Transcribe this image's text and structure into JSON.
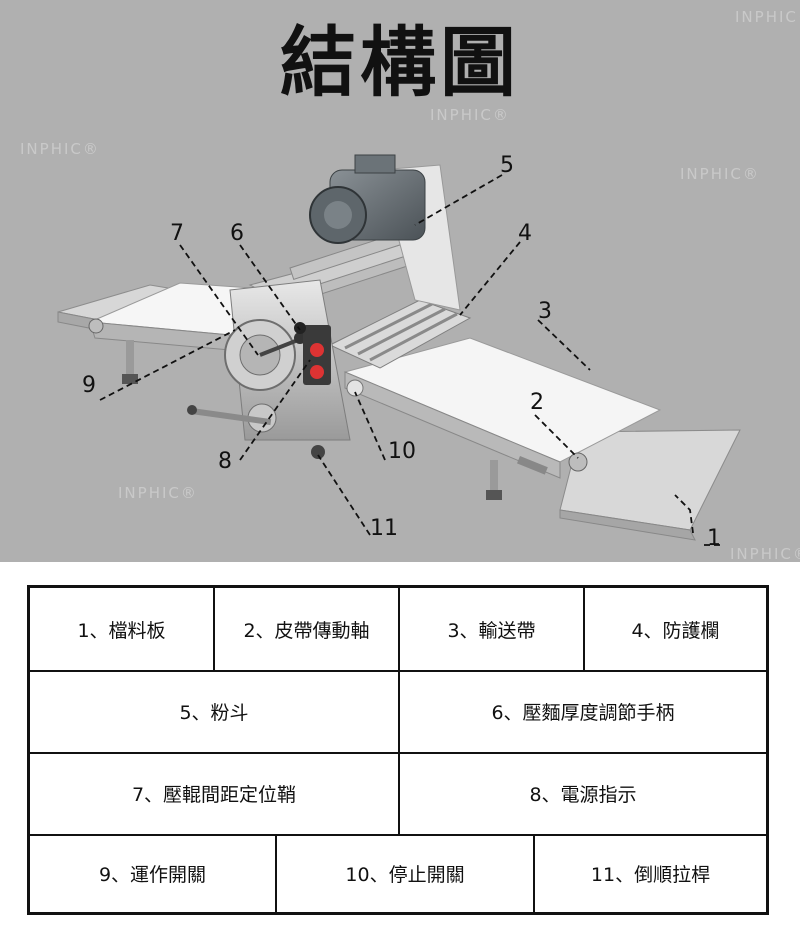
{
  "title": "結構圖",
  "watermark": "INPHIC®",
  "callouts": [
    "1",
    "2",
    "3",
    "4",
    "5",
    "6",
    "7",
    "8",
    "9",
    "10",
    "11"
  ],
  "legend": {
    "rows": [
      [
        "1、檔料板",
        "2、皮帶傳動軸",
        "3、輸送帶",
        "4、防護欄"
      ],
      [
        "5、粉斗",
        "6、壓麵厚度調節手柄"
      ],
      [
        "7、壓輥間距定位鞘",
        "8、電源指示"
      ],
      [
        "9、運作開關",
        "10、停止開關",
        "11、倒順拉桿"
      ]
    ]
  }
}
